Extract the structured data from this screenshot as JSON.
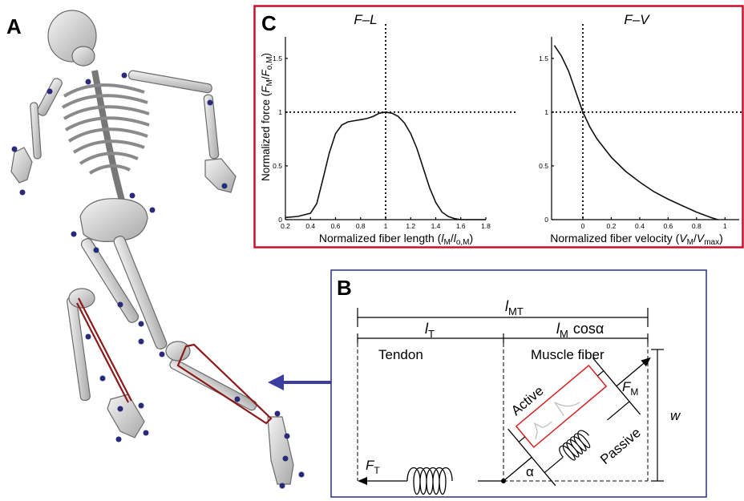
{
  "panels": {
    "a": {
      "letter": "A"
    },
    "b": {
      "letter": "B"
    },
    "c": {
      "letter": "C"
    }
  },
  "colors": {
    "frame_c": "#c8102e",
    "frame_b": "#2e2e7a",
    "arrow": "#3b3ea0",
    "muscle_line": "#8b1a1a",
    "marker": "#2a2a7a",
    "active_box": "#d42020"
  },
  "panel_c": {
    "fl": {
      "title": "F–L",
      "ylabel": "Normalized force (F_M/F_o,M)",
      "xlabel": "Normalized fiber length (l_M/l_o,M)",
      "xticks": [
        "0.2",
        "0.4",
        "0.6",
        "0.8",
        "1",
        "1.2",
        "1.4",
        "1.6",
        "1.8"
      ],
      "yticks": [
        "0",
        "0.5",
        "1",
        "1.5"
      ]
    },
    "fv": {
      "title": "F–V",
      "xlabel": "Normalized fiber velocity (V_M/V_max)",
      "xticks": [
        "0",
        "0.2",
        "0.4",
        "0.6",
        "0.8",
        "1"
      ],
      "yticks": [
        "0",
        "0.5",
        "1",
        "1.5"
      ]
    }
  },
  "panel_b": {
    "l_mt": "MT",
    "l_t": "T",
    "l_m_cos": "cosα",
    "l_m_sub": "M",
    "tendon": "Tendon",
    "muscle_fiber": "Muscle fiber",
    "active": "Active",
    "passive": "Passive",
    "f_m_sub": "M",
    "f_t_sub": "T",
    "w": "w",
    "alpha": "α"
  },
  "chart_data": [
    {
      "type": "line",
      "title": "F–L",
      "xlabel": "Normalized fiber length (lM/lo,M)",
      "ylabel": "Normalized force (FM/Fo,M)",
      "xlim": [
        0.2,
        1.8
      ],
      "ylim": [
        0,
        1.7
      ],
      "grid": false,
      "reference_lines": {
        "x": 1,
        "y": 1
      },
      "series": [
        {
          "x": [
            0.2,
            0.3,
            0.4,
            0.45,
            0.5,
            0.55,
            0.6,
            0.65,
            0.7,
            0.75,
            0.8,
            0.85,
            0.9,
            0.95,
            1.0,
            1.05,
            1.1,
            1.15,
            1.2,
            1.25,
            1.3,
            1.35,
            1.4,
            1.45,
            1.5,
            1.55,
            1.6,
            1.7,
            1.8
          ],
          "y": [
            0.02,
            0.03,
            0.06,
            0.15,
            0.38,
            0.62,
            0.8,
            0.88,
            0.91,
            0.92,
            0.93,
            0.94,
            0.96,
            0.99,
            1.0,
            0.99,
            0.96,
            0.9,
            0.8,
            0.66,
            0.48,
            0.3,
            0.16,
            0.07,
            0.03,
            0.01,
            0.0,
            0.0,
            0.0
          ]
        }
      ]
    },
    {
      "type": "line",
      "title": "F–V",
      "xlabel": "Normalized fiber velocity (VM/Vmax)",
      "xlim": [
        -0.22,
        1.1
      ],
      "ylim": [
        0,
        1.7
      ],
      "grid": false,
      "reference_lines": {
        "x": 0,
        "y": 1
      },
      "series": [
        {
          "x": [
            -0.2,
            -0.15,
            -0.1,
            -0.05,
            0.0,
            0.05,
            0.1,
            0.2,
            0.3,
            0.4,
            0.5,
            0.6,
            0.7,
            0.8,
            0.9,
            0.95
          ],
          "y": [
            1.62,
            1.52,
            1.38,
            1.19,
            1.0,
            0.86,
            0.75,
            0.58,
            0.45,
            0.35,
            0.26,
            0.19,
            0.13,
            0.07,
            0.02,
            0.0
          ]
        }
      ]
    }
  ]
}
